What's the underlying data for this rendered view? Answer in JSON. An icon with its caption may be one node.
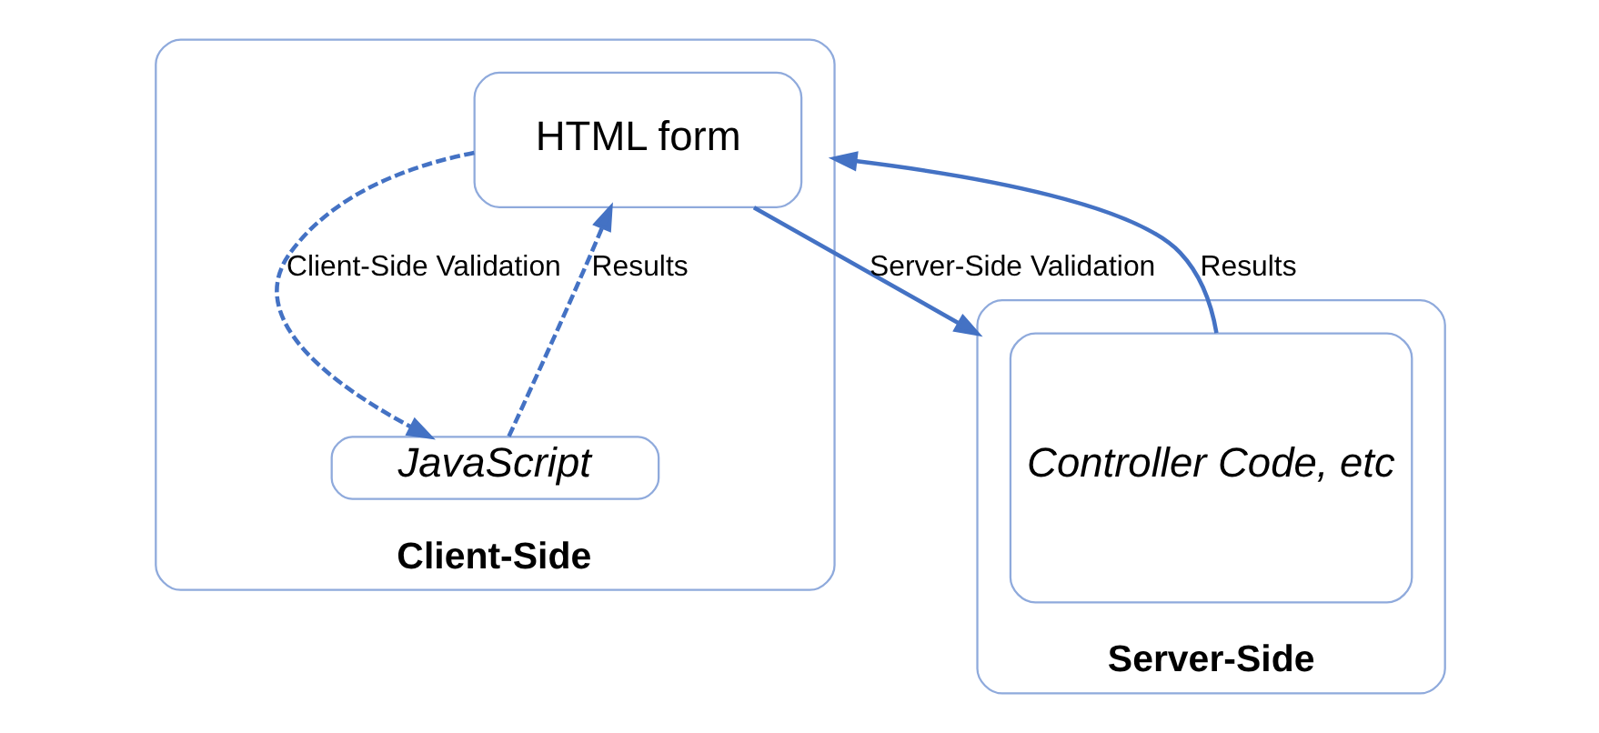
{
  "diagram": {
    "nodes": [
      {
        "text": [
          "Client-Side"
        ]
      },
      {
        "text": [
          "HTML form"
        ],
        "in": 0
      },
      {
        "text": [
          "JavaScript"
        ],
        "in": 0
      },
      {
        "text": [
          "Server-Side"
        ]
      },
      {
        "text": [
          "Controller Code, etc"
        ],
        "in": 3
      }
    ],
    "edges": [
      {
        "from": 1,
        "to": 3,
        "arrow": "to",
        "label": "Server-Side Validation"
      },
      {
        "from": 4,
        "to": 0,
        "arrow": "to",
        "label": "Results"
      },
      {
        "from": 1,
        "to": 2,
        "arrow": "to",
        "label": "Client-Side Validation",
        "style": "dashed"
      },
      {
        "from": 2,
        "to": 1,
        "arrow": "to",
        "label": "Results",
        "style": "dashed"
      }
    ]
  }
}
